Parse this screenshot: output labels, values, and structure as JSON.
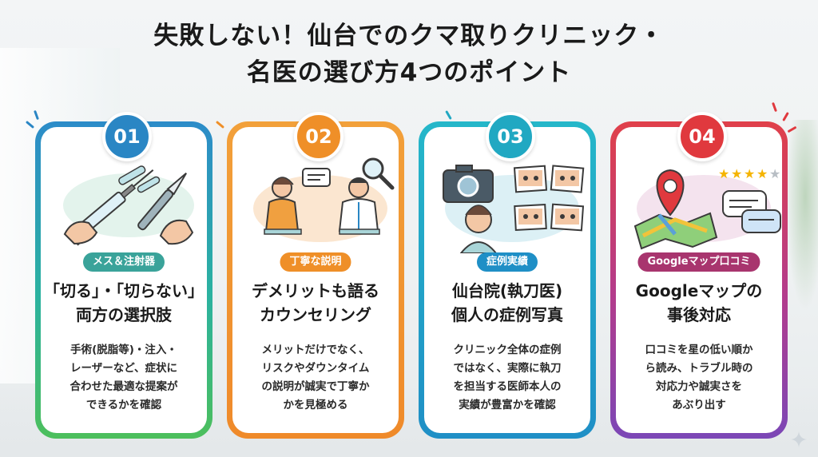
{
  "title": {
    "line1": "失敗しない！仙台でのクマ取りクリニック・",
    "line2": "名医の選び方4つのポイント"
  },
  "colors": {
    "card1": "#2a86c4",
    "card2": "#ef8f28",
    "card3": "#21a8c2",
    "card4": "#e0393e"
  },
  "cards": [
    {
      "number": "01",
      "tag": "メス＆注射器",
      "icon": "scalpel-syringe-icon",
      "heading": [
        "「切る」・「切らない」",
        "両方の選択肢"
      ],
      "body": [
        "手術(脱脂等)・注入・",
        "レーザーなど、症状に",
        "合わせた最適な提案が",
        "できるかを確認"
      ]
    },
    {
      "number": "02",
      "tag": "丁寧な説明",
      "icon": "counseling-icon",
      "heading": [
        "デメリットも語る",
        "カウンセリング"
      ],
      "body": [
        "メリットだけでなく、",
        "リスクやダウンタイム",
        "の説明が誠実で丁寧か",
        "かを見極める"
      ]
    },
    {
      "number": "03",
      "tag": "症例実績",
      "icon": "case-photos-icon",
      "heading": [
        "仙台院(執刀医)",
        "個人の症例写真"
      ],
      "body": [
        "クリニック全体の症例",
        "ではなく、実際に執刀",
        "を担当する医師本人の",
        "実績が豊富かを確認"
      ]
    },
    {
      "number": "04",
      "tag": "Googleマップ口コミ",
      "icon": "map-review-icon",
      "heading": [
        "Googleマップの",
        "事後対応"
      ],
      "body": [
        "口コミを星の低い順か",
        "ら読み、トラブル時の",
        "対応力や誠実さを",
        "あぶり出す"
      ]
    }
  ],
  "rating_stars": 4,
  "rating_max": 5
}
